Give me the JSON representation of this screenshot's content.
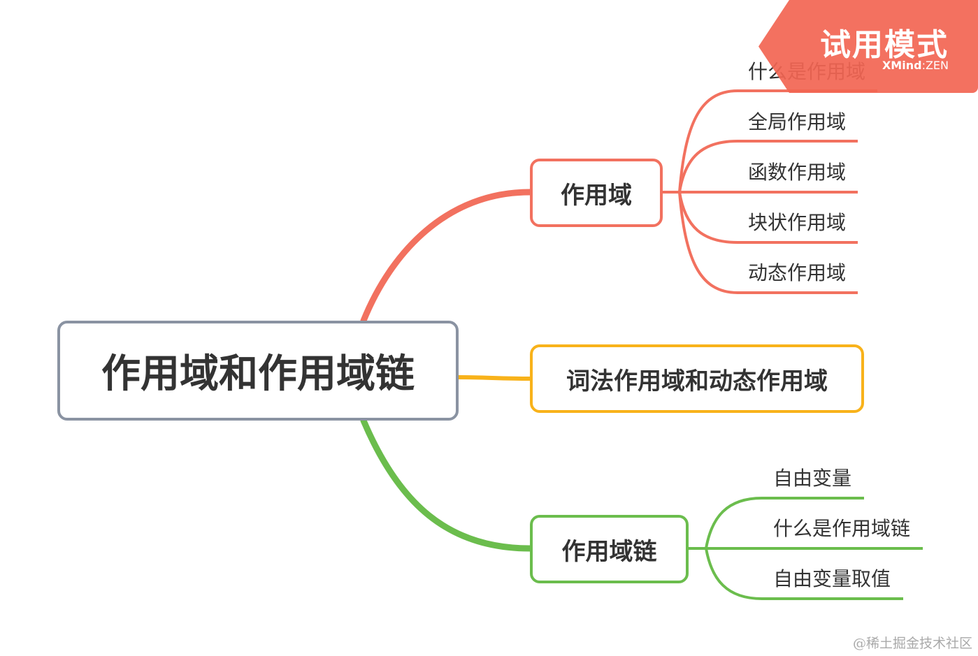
{
  "central": {
    "label": "作用域和作用域链"
  },
  "branches": [
    {
      "label": "作用域",
      "color": "#f2715f",
      "children": [
        "什么是作用域",
        "全局作用域",
        "函数作用域",
        "块状作用域",
        "动态作用域"
      ]
    },
    {
      "label": "词法作用域和动态作用域",
      "color": "#f8b21a",
      "children": []
    },
    {
      "label": "作用域链",
      "color": "#6bbd4d",
      "children": [
        "自由变量",
        "什么是作用域链",
        "自由变量取值"
      ]
    }
  ],
  "trial_badge": {
    "title": "试用模式",
    "brand_bold": "XMind",
    "brand_sep": ":",
    "brand_rest": "ZEN",
    "color": "#f26552"
  },
  "watermark": "@稀土掘金技术社区",
  "central_border_color": "#8a93a2"
}
